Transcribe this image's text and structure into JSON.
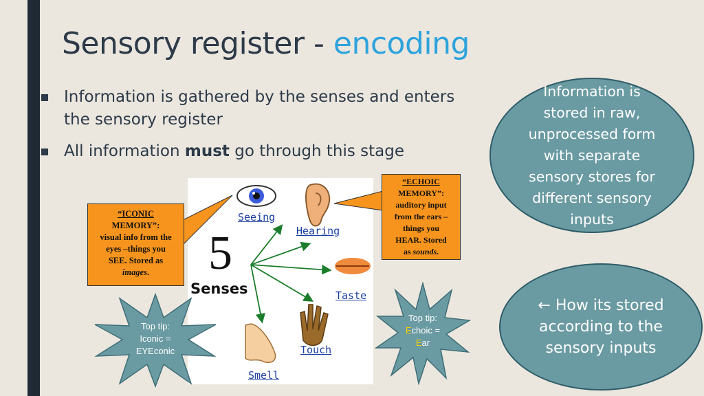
{
  "slide": {
    "title_main": "Sensory register - ",
    "title_accent": "encoding",
    "bullets": [
      {
        "line1": "Information is gathered by the senses and enters",
        "line2": "the sensory register"
      },
      {
        "pre": "All information ",
        "bold": "must",
        "post": " go through this stage"
      }
    ]
  },
  "oval_top": [
    "Information is",
    "stored in raw,",
    "unprocessed form",
    "with separate",
    "sensory stores for",
    "different sensory",
    "inputs"
  ],
  "oval_bottom": [
    "← How its stored",
    "according to the",
    "sensory inputs"
  ],
  "iconic_callout": {
    "lines": [
      "“ICONIC",
      "MEMORY”:",
      "visual info from the",
      "eyes –things you",
      "SEE. Stored as"
    ],
    "last": "images",
    "last_suffix": "."
  },
  "echoic_callout": {
    "lines": [
      "“ECHOIC",
      "MEMORY”:",
      "auditory input",
      "from the ears –",
      "things you",
      "HEAR. Stored"
    ],
    "last_pre": "as ",
    "last": "sounds",
    "last_suffix": "."
  },
  "tip_left": [
    "Top tip:",
    "Iconic =",
    "EYEconic"
  ],
  "tip_right": {
    "line1": "Top tip:",
    "e1": "E",
    "l2": "choic =",
    "e2": "E",
    "l3": "ar"
  },
  "senses_diagram": {
    "number": "5",
    "word": "Senses",
    "labels": {
      "seeing": "Seeing",
      "hearing": "Hearing",
      "taste": "Taste",
      "touch": "Touch",
      "smell": "Smell"
    }
  },
  "colors": {
    "accent": "#2ea3dc",
    "oval": "#6a9aa2",
    "callout": "#f7941d",
    "star": "#6a9aa2",
    "tip_letter": "#f5d000"
  }
}
